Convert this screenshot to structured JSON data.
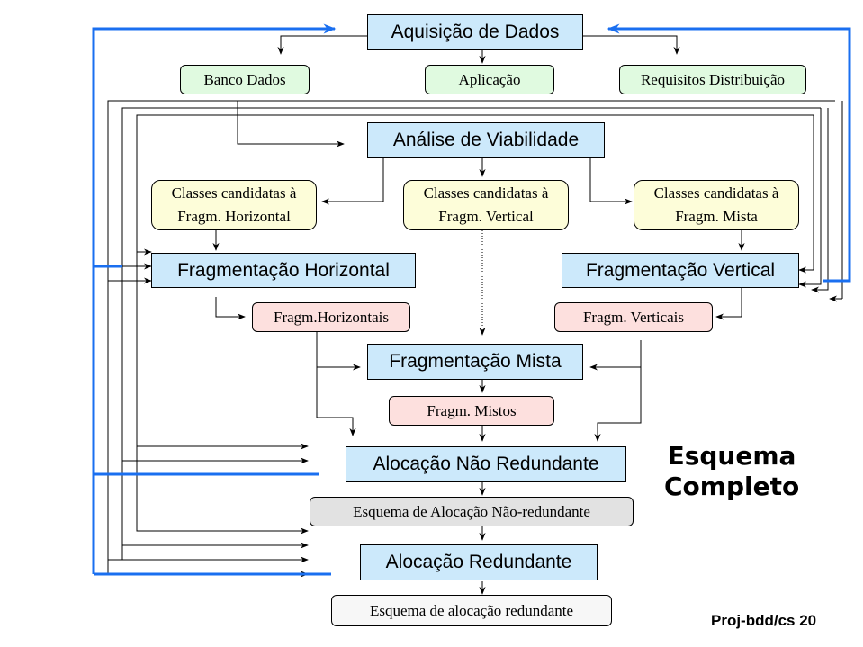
{
  "diagram": {
    "nodes": {
      "aquisicao": "Aquisição de Dados",
      "banco_dados": "Banco Dados",
      "aplicacao": "Aplicação",
      "requisitos": "Requisitos Distribuição",
      "analise": "Análise de Viabilidade",
      "cand_horizontal_l1": "Classes candidatas à",
      "cand_horizontal_l2": "Fragm. Horizontal",
      "cand_vertical_l1": "Classes candidatas à",
      "cand_vertical_l2": "Fragm. Vertical",
      "cand_mista_l1": "Classes candidatas à",
      "cand_mista_l2": "Fragm. Mista",
      "frag_horizontal": "Fragmentação Horizontal",
      "frag_vertical": "Fragmentação Vertical",
      "fragms_horizontais": "Fragm.Horizontais",
      "fragms_verticais": "Fragm. Verticais",
      "frag_mista": "Fragmentação Mista",
      "fragms_mistos": "Fragm. Mistos",
      "aloc_nao_redundante": "Alocação Não Redundante",
      "esquema_nao_redundante": "Esquema de Alocação Não-redundante",
      "aloc_redundante": "Alocação Redundante",
      "esquema_redundante": "Esquema de alocação redundante"
    },
    "note_line1": "Esquema",
    "note_line2": "Completo",
    "footer": "Proj-bdd/cs 20",
    "colors": {
      "process": "#cce9fb",
      "source": "#e0fae0",
      "candidate": "#fdfdd9",
      "fragment": "#fde0de",
      "feedback_line": "#1a6ff0"
    }
  }
}
